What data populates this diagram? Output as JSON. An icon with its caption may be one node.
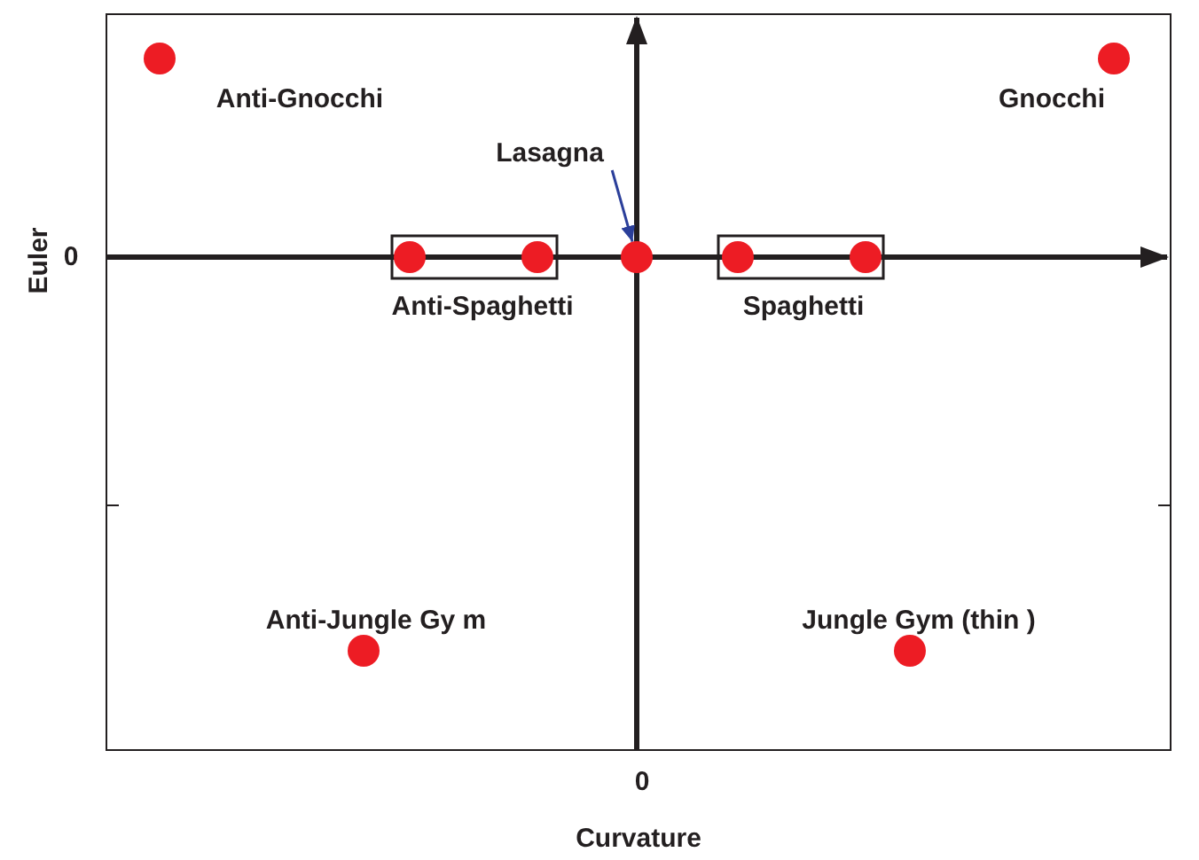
{
  "diagram": {
    "nodes": [
      {
        "text": [
          "Lasagna"
        ]
      },
      {
        "text": [],
        "shape": "circle"
      }
    ],
    "edges": [
      {
        "from": 0,
        "to": 1,
        "arrow": "to",
        "color": "#2b3f9a"
      }
    ],
    "labels": [
      "Anti-Gnocchi",
      "Gnocchi",
      "Euler",
      "0",
      "Anti-Spaghetti",
      "Spaghetti",
      "Anti-Jungle Gy m",
      "Jungle Gym (thin )",
      "0",
      "Curvature"
    ]
  }
}
